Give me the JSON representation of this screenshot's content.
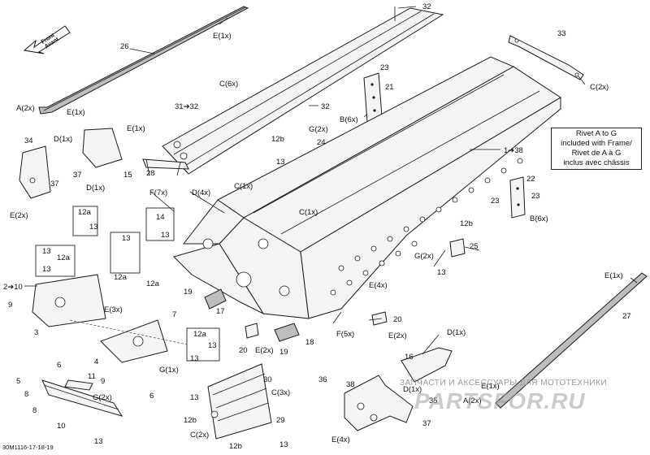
{
  "document": {
    "code": "30M1116-17-18-19",
    "rivet_note": {
      "line1": "Rivet A to G",
      "line2": "included with Frame/",
      "line3": "Rivet de A à G",
      "line4": "inclus avec châssis"
    },
    "front_arrow": {
      "en": "Front",
      "fr": "Avant"
    },
    "watermark": {
      "text": "ЗАПЧАСТИ И АКСЕССУАРЫ ДЛЯ МОТОТЕХНИКИ",
      "site": "PARTSFOR.RU"
    }
  },
  "callouts": {
    "c32_top": "32",
    "cE1x_top": "E(1x)",
    "c26": "26",
    "cA2x_left": "A(2x)",
    "cE1x_left": "E(1x)",
    "c33": "33",
    "cC2x_top": "C(2x)",
    "c23_top": "23",
    "c21": "21",
    "cC6x": "C(6x)",
    "c31_32": "31➔32",
    "c32_mid": "32",
    "cB6x_top": "B(6x)",
    "c34": "34",
    "cD1x_a": "D(1x)",
    "cE1x_b": "E(1x)",
    "c37_a": "37",
    "cD1x_b": "D(1x)",
    "c15": "15",
    "c37_b": "37",
    "cE2x_left": "E(2x)",
    "c28": "28",
    "cG2x_a": "G(2x)",
    "c12b_a": "12b",
    "c24": "24",
    "c13_a": "13",
    "c1_38": "1➔38",
    "c22": "22",
    "c23_b": "23",
    "c23_c": "23",
    "cB6x_b": "B(6x)",
    "cF7x": "F(7x)",
    "cD4x": "D(4x)",
    "cC1x_a": "C(1x)",
    "cC1x_b": "C(1x)",
    "c12a_a": "12a",
    "c13_b": "13",
    "c14": "14",
    "c13_c": "13",
    "c13_d": "13",
    "c12b_b": "12b",
    "c25": "25",
    "cG2x_b": "G(2x)",
    "c13_e": "13",
    "c13_f": "13",
    "c12a_b": "12a",
    "c13_g": "13",
    "c12a_c": "12a",
    "c2_10": "2➔10",
    "c12a_d": "12a",
    "c19_a": "19",
    "c17": "17",
    "cE4x_a": "E(4x)",
    "cE1x_right": "E(1x)",
    "c9_a": "9",
    "cE3x": "E(3x)",
    "c7": "7",
    "c3": "3",
    "c20_a": "20",
    "c20_b": "20",
    "cE2x_b": "E(2x)",
    "cE2x_c": "E(2x)",
    "c19_b": "19",
    "c18": "18",
    "cF5x": "F(5x)",
    "c27": "27",
    "c12a_e": "12a",
    "c13_h": "13",
    "c13_i": "13",
    "c4": "4",
    "c9_b": "9",
    "cG1x": "G(1x)",
    "cD1x_c": "D(1x)",
    "c16": "16",
    "c5": "5",
    "c11": "11",
    "c6_a": "6",
    "c6_b": "6",
    "c30": "30",
    "c36": "36",
    "c38": "38",
    "cE1x_c": "E(1x)",
    "cD1x_d": "D(1x)",
    "c8_a": "8",
    "cG2x_c": "G(2x)",
    "c13_j": "13",
    "cC3x": "C(3x)",
    "cA2x_right": "A(2x)",
    "c35": "35",
    "c8_b": "8",
    "c10": "10",
    "c12b_c": "12b",
    "c29": "29",
    "c37_c": "37",
    "c13_k": "13",
    "cC2x_b": "C(2x)",
    "cE4x_b": "E(4x)",
    "c12b_d": "12b",
    "c13_l": "13"
  }
}
